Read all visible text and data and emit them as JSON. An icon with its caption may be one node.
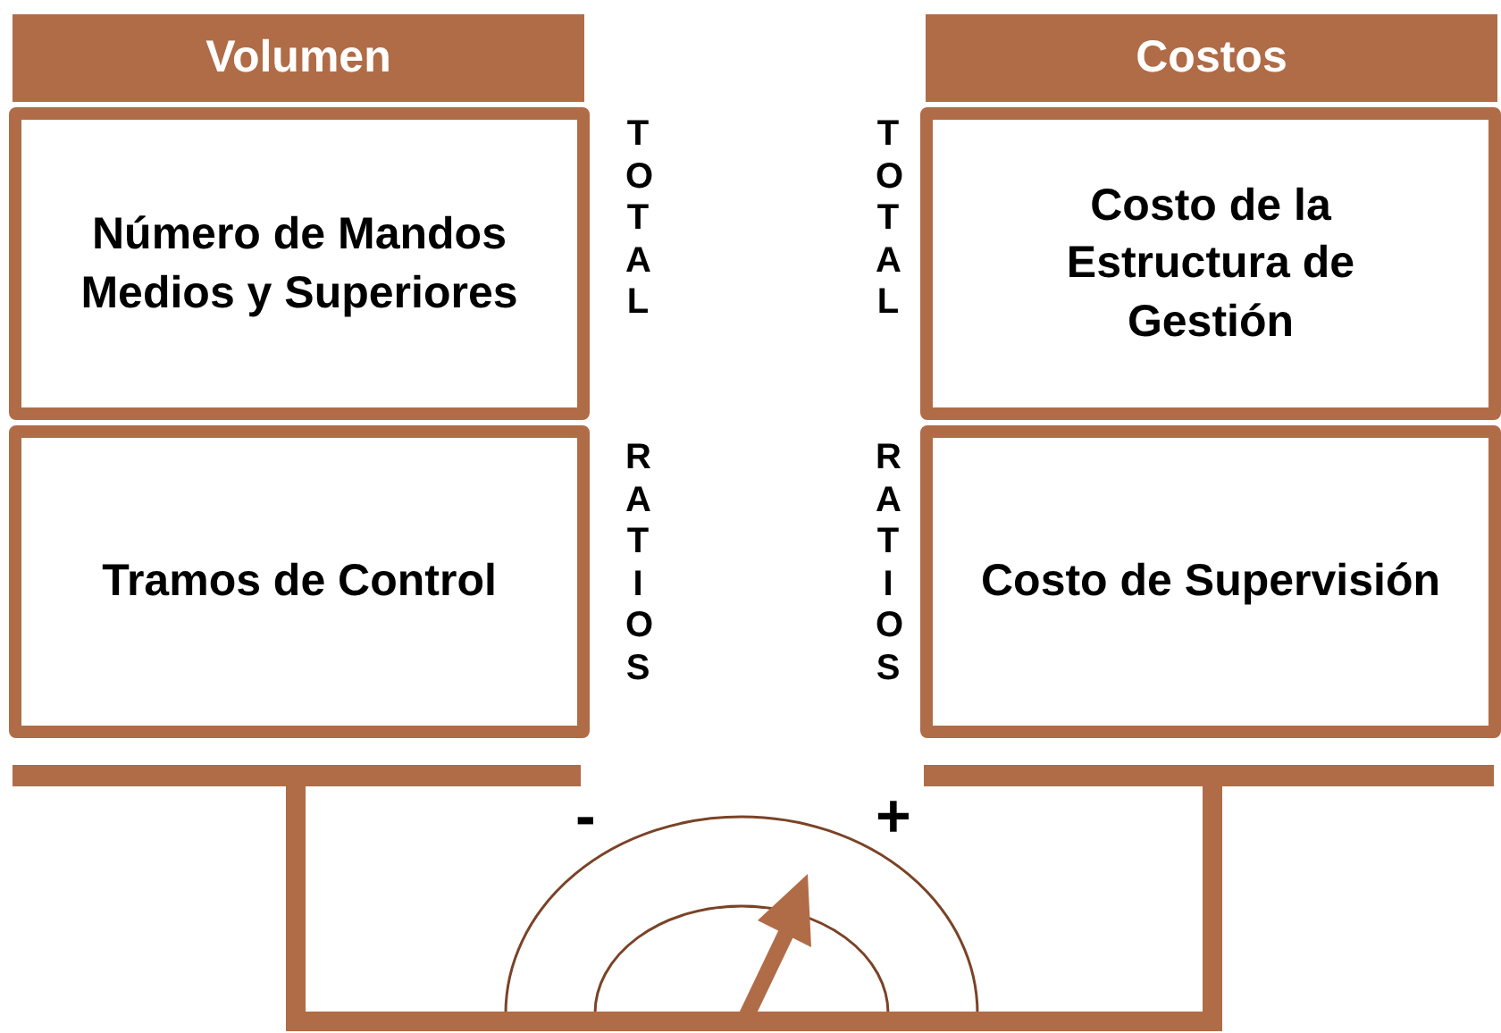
{
  "diagram": {
    "nodes": [
      {
        "text": [
          "Volumen"
        ]
      },
      {
        "text": [
          "Número de Mandos Medios y Superiores"
        ]
      },
      {
        "text": [
          "Tramos de Control"
        ]
      },
      {
        "text": [
          "Costos"
        ]
      },
      {
        "text": [
          "Costo de la Estructura de Gestión"
        ]
      },
      {
        "text": [
          "Costo de Supervisión"
        ]
      }
    ],
    "labels": [
      "TOTAL",
      "RATIOS",
      "TOTAL",
      "RATIOS",
      "-",
      "+"
    ]
  }
}
